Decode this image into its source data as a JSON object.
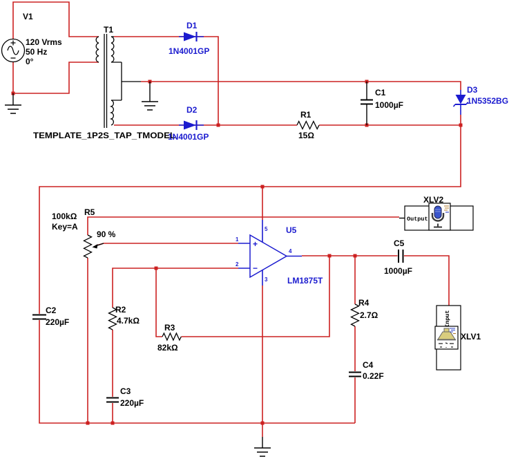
{
  "palette": {
    "wire": "#cc2020",
    "blue": "#1b1bcf",
    "black": "#000000",
    "background": "#ffffff",
    "horn_fill": "#d9cd7e",
    "mic_fill": "#3a55cc"
  },
  "schematic": {
    "source_v1": {
      "ref": "V1",
      "voltage": "120 Vrms",
      "frequency": "50 Hz",
      "phase": "0°"
    },
    "transformer_t1": {
      "ref": "T1",
      "model": "TEMPLATE_1P2S_TAP_TMODEL"
    },
    "diodes": {
      "d1": {
        "ref": "D1",
        "part": "1N4001GP"
      },
      "d2": {
        "ref": "D2",
        "part": "1N4001GP"
      },
      "d3": {
        "ref": "D3",
        "part": "1N5352BG"
      }
    },
    "resistors": {
      "r1": {
        "ref": "R1",
        "value": "15Ω"
      },
      "r2": {
        "ref": "R2",
        "value": "4.7kΩ"
      },
      "r3": {
        "ref": "R3",
        "value": "82kΩ"
      },
      "r4": {
        "ref": "R4",
        "value": "2.7Ω"
      }
    },
    "potentiometer_r5": {
      "ref": "R5",
      "value": "100kΩ",
      "key": "Key=A",
      "position": "90 %"
    },
    "capacitors": {
      "c1": {
        "ref": "C1",
        "value": "1000µF"
      },
      "c2": {
        "ref": "C2",
        "value": "220µF"
      },
      "c3": {
        "ref": "C3",
        "value": "220µF"
      },
      "c4": {
        "ref": "C4",
        "value": "0.22F"
      },
      "c5": {
        "ref": "C5",
        "value": "1000µF"
      }
    },
    "opamp_u5": {
      "ref": "U5",
      "part": "LM1875T",
      "plus_label": "+",
      "minus_label": "−",
      "pin_noninv": "1",
      "pin_inv": "2",
      "pin_vee": "3",
      "pin_out": "4",
      "pin_vcc": "5"
    },
    "instruments": {
      "xlv2": {
        "ref": "XLV2",
        "terminal": "Output"
      },
      "xlv1": {
        "ref": "XLV1",
        "terminal": "Input"
      }
    }
  }
}
